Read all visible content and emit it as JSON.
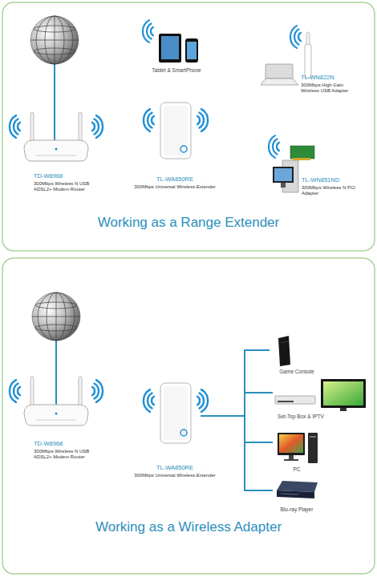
{
  "diagram": {
    "nodes": [
      {
        "text": [
          "Tablet & SmartPhone"
        ]
      },
      {
        "text": [
          "TL-WN822N",
          "300Mbps High Gain Wireless USB Adapter"
        ]
      },
      {
        "text": [
          "TD-W8968",
          "300Mbps Wireless N USB ADSL2+ Modem Router"
        ]
      },
      {
        "text": [
          "TL-WA850RE",
          "300Mbps Universal Wireless Extender"
        ]
      },
      {
        "text": [
          "TL-WN851ND",
          "300Mbps Wireless N PCI Adapter"
        ]
      },
      {
        "text": [
          "TD-W8968",
          "300Mbps Wireless N USB ADSL2+ Modem Router"
        ]
      },
      {
        "text": [
          "TL-WA850RE",
          "300Mbps Universal Wireless Extender"
        ]
      },
      {
        "text": [
          "Game Console"
        ]
      },
      {
        "text": [
          "Set-Top Box & IPTV"
        ]
      },
      {
        "text": [
          "PC"
        ]
      },
      {
        "text": [
          "Blu-ray Player"
        ]
      }
    ],
    "edges": [
      {
        "from": 6,
        "to": 7,
        "arrow": "none"
      },
      {
        "from": 6,
        "to": 8,
        "arrow": "none"
      },
      {
        "from": 6,
        "to": 9,
        "arrow": "none"
      },
      {
        "from": 6,
        "to": 10,
        "arrow": "none"
      }
    ],
    "labels": [
      "Working as a Range Extender",
      "Working as a Wireless Adapter"
    ]
  }
}
